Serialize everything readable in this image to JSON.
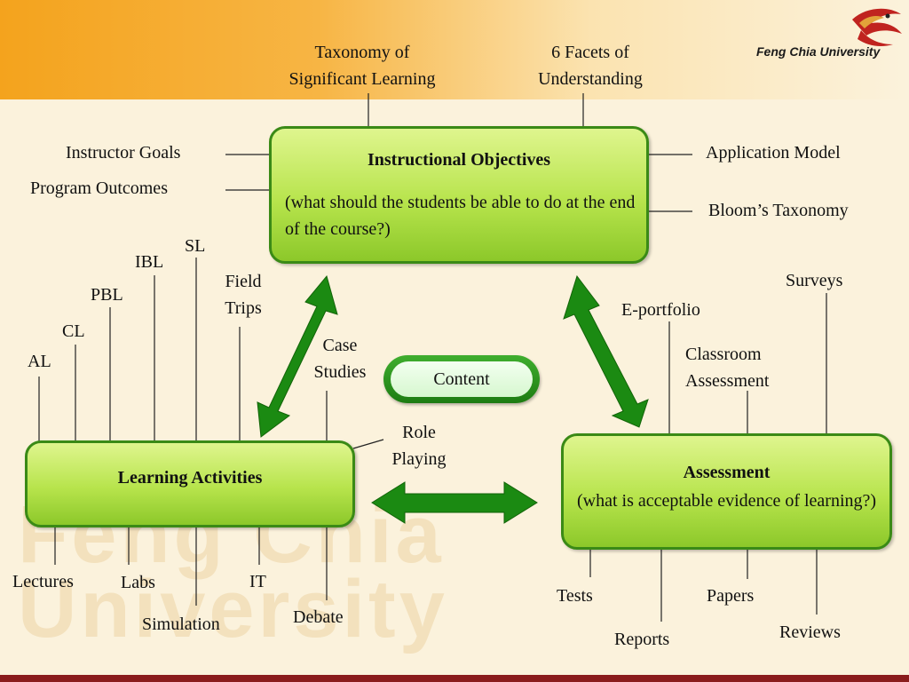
{
  "brand": {
    "name": "Feng Chia University",
    "watermark_line1": "Feng Chia",
    "watermark_line2": "University"
  },
  "colors": {
    "box_border": "#3a8a16",
    "arrow": "#1b8a12",
    "band": "#f4a31d",
    "background": "#fbf2dc",
    "bottom_bar": "#8a1c1c"
  },
  "objectives": {
    "title": "Instructional Objectives",
    "description": "(what should the students be able to do at the end of the course?)"
  },
  "learning": {
    "title": "Learning Activities"
  },
  "assessment": {
    "title": "Assessment",
    "description": "(what is acceptable evidence of learning?)"
  },
  "content_label": "Content",
  "labels": {
    "taxonomy": [
      "Taxonomy of",
      "Significant Learning"
    ],
    "facets": [
      "6 Facets of",
      "Understanding"
    ],
    "instructor_goals": "Instructor Goals",
    "program_outcomes": "Program Outcomes",
    "application_model": "Application Model",
    "blooms": "Bloom’s Taxonomy",
    "al": "AL",
    "cl": "CL",
    "pbl": "PBL",
    "ibl": "IBL",
    "sl": "SL",
    "field_trips": [
      "Field",
      "Trips"
    ],
    "case_studies": [
      "Case",
      "Studies"
    ],
    "role_playing": [
      "Role",
      "Playing"
    ],
    "lectures": "Lectures",
    "labs": "Labs",
    "simulation": "Simulation",
    "it": "IT",
    "debate": "Debate",
    "eportfolio": "E-portfolio",
    "classroom_assessment": [
      "Classroom",
      "Assessment"
    ],
    "surveys": "Surveys",
    "tests": "Tests",
    "reports": "Reports",
    "papers": "Papers",
    "reviews": "Reviews"
  }
}
